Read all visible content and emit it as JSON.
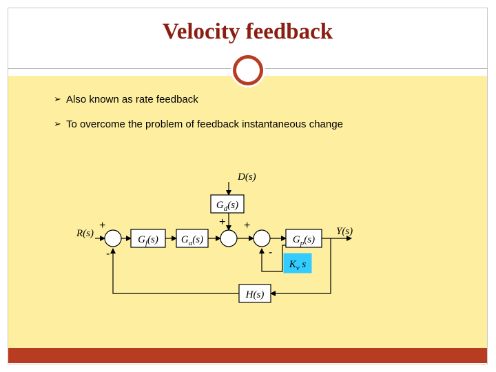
{
  "slide": {
    "title": "Velocity feedback",
    "bullets": [
      "Also known as rate feedback",
      "To overcome the problem of feedback instantaneous change"
    ],
    "bullet_icon": "arrow-bullet-icon"
  },
  "diagram": {
    "blocks": {
      "gd": "G_d(s)",
      "gf": "G_f(s)",
      "ga": "G_a(s)",
      "gp": "G_p(s)",
      "kv": "K_v s",
      "h": "H(s)"
    },
    "signals": {
      "disturbance": "D(s)",
      "input": "R(s)",
      "output": "Y(s)"
    },
    "signs": {
      "j1_plus": "+",
      "j1_minus": "-",
      "j2_plus": "+",
      "j3_plus": "+",
      "j3_minus": "-"
    },
    "colors": {
      "kv_highlight": "#33ccff"
    }
  }
}
